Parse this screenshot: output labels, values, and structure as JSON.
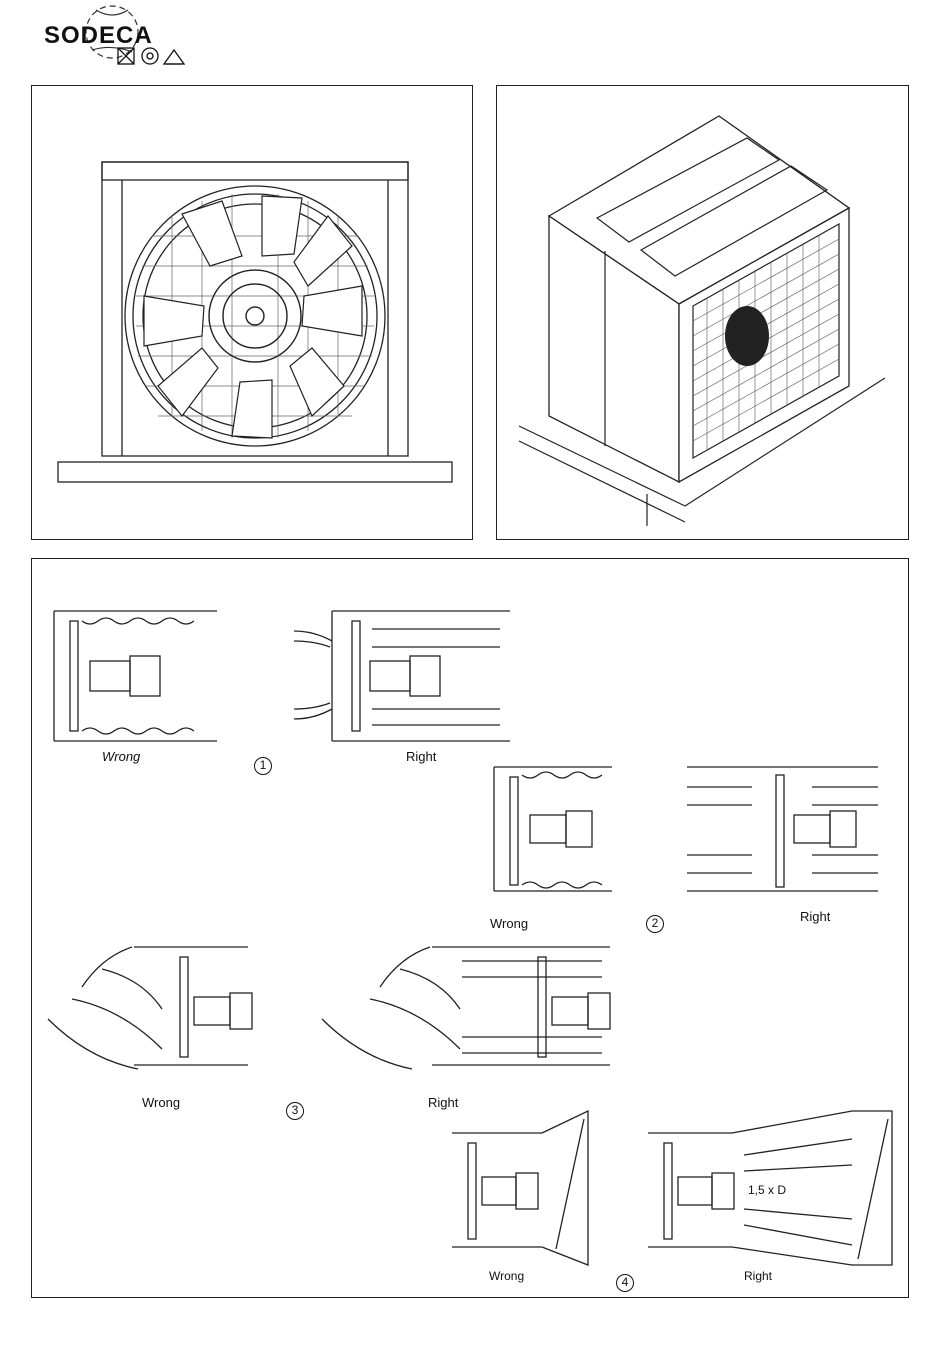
{
  "brand": {
    "name": "SODECA"
  },
  "diagrams": {
    "d1": {
      "wrong": "Wrong",
      "right": "Right",
      "number": "1"
    },
    "d2": {
      "wrong": "Wrong",
      "right": "Right",
      "number": "2"
    },
    "d3": {
      "wrong": "Wrong",
      "right": "Right",
      "number": "3"
    },
    "d4": {
      "wrong": "Wrong",
      "right": "Right",
      "number": "4",
      "annotation": "1,5 x D"
    }
  }
}
